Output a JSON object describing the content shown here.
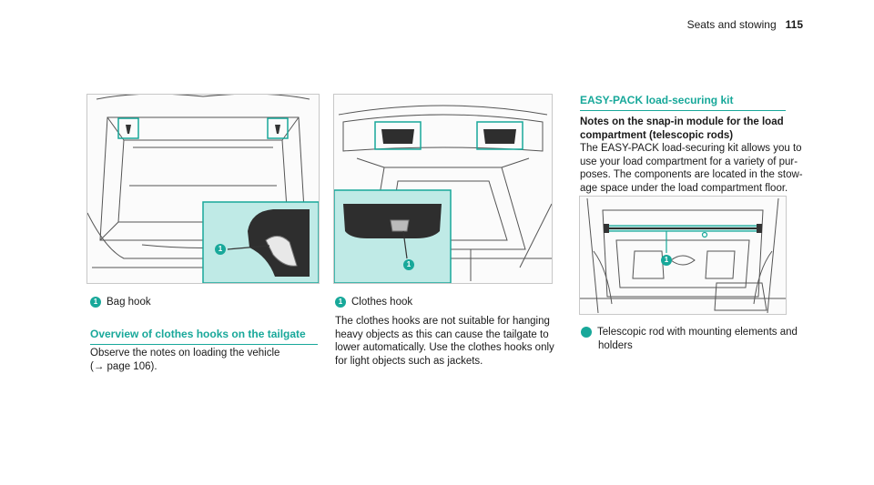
{
  "header": {
    "section": "Seats and stowing",
    "page": "115"
  },
  "figure1": {
    "callout": "1",
    "caption": "Bag hook"
  },
  "section_overview": {
    "heading": "Overview of clothes hooks on the tailgate",
    "text_line1": "Observe the notes on loading the vehicle",
    "text_line2": "(→ page 106)."
  },
  "figure2": {
    "callout": "1",
    "caption": "Clothes hook"
  },
  "col2_text": {
    "line1": "The clothes hooks are not suitable for hanging",
    "line2": "heavy objects as this can cause the tailgate to",
    "line3": "lower automatically. Use the clothes hooks only",
    "line4": "for light objects such as jackets."
  },
  "section_easypack": {
    "heading": "EASY-PACK load-securing kit",
    "sub_line1": "Notes on the snap-in module for the load",
    "sub_line2": "compartment (telescopic rods)",
    "line1": "The EASY-PACK load-securing kit allows you to",
    "line2": "use your load compartment for a variety of pur-",
    "line3": "poses. The components are located in the stow-",
    "line4": "age space under the load compartment floor."
  },
  "figure3": {
    "callout": "1",
    "caption_line1": "Telescopic rod with mounting elements and",
    "caption_line2": "holders"
  },
  "colors": {
    "accent": "#18a89a",
    "highlight_fill": "#bfeae6",
    "line_art": "#555555"
  }
}
